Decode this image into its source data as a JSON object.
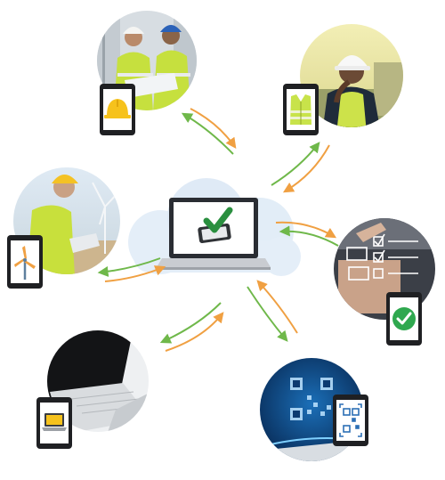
{
  "diagram": {
    "hub": {
      "device": "laptop",
      "screen_icon": "phone-check-icon",
      "background": "cloud"
    },
    "nodes": [
      {
        "scene": "construction-workers-reviewing-plans",
        "tablet_icon": "hard-hat-icon"
      },
      {
        "scene": "worker-in-white-hard-hat",
        "tablet_icon": "safety-vest-icon"
      },
      {
        "scene": "engineer-with-tablet-at-wind-farm",
        "tablet_icon": "wind-turbine-icon"
      },
      {
        "scene": "hand-ticking-digital-checklist",
        "tablet_icon": "check-circle-icon"
      },
      {
        "scene": "laptop-on-desk",
        "tablet_icon": "laptop-icon"
      },
      {
        "scene": "qr-code-hologram-on-tablet",
        "tablet_icon": "qr-code-icon"
      }
    ],
    "colors": {
      "arrow_green": "#6fb84a",
      "arrow_orange": "#f0a042",
      "cloud": "#dbe9f5",
      "check_green": "#2fa84f",
      "hat_yellow": "#f6c21c",
      "vest_green": "#c8e34a"
    }
  }
}
